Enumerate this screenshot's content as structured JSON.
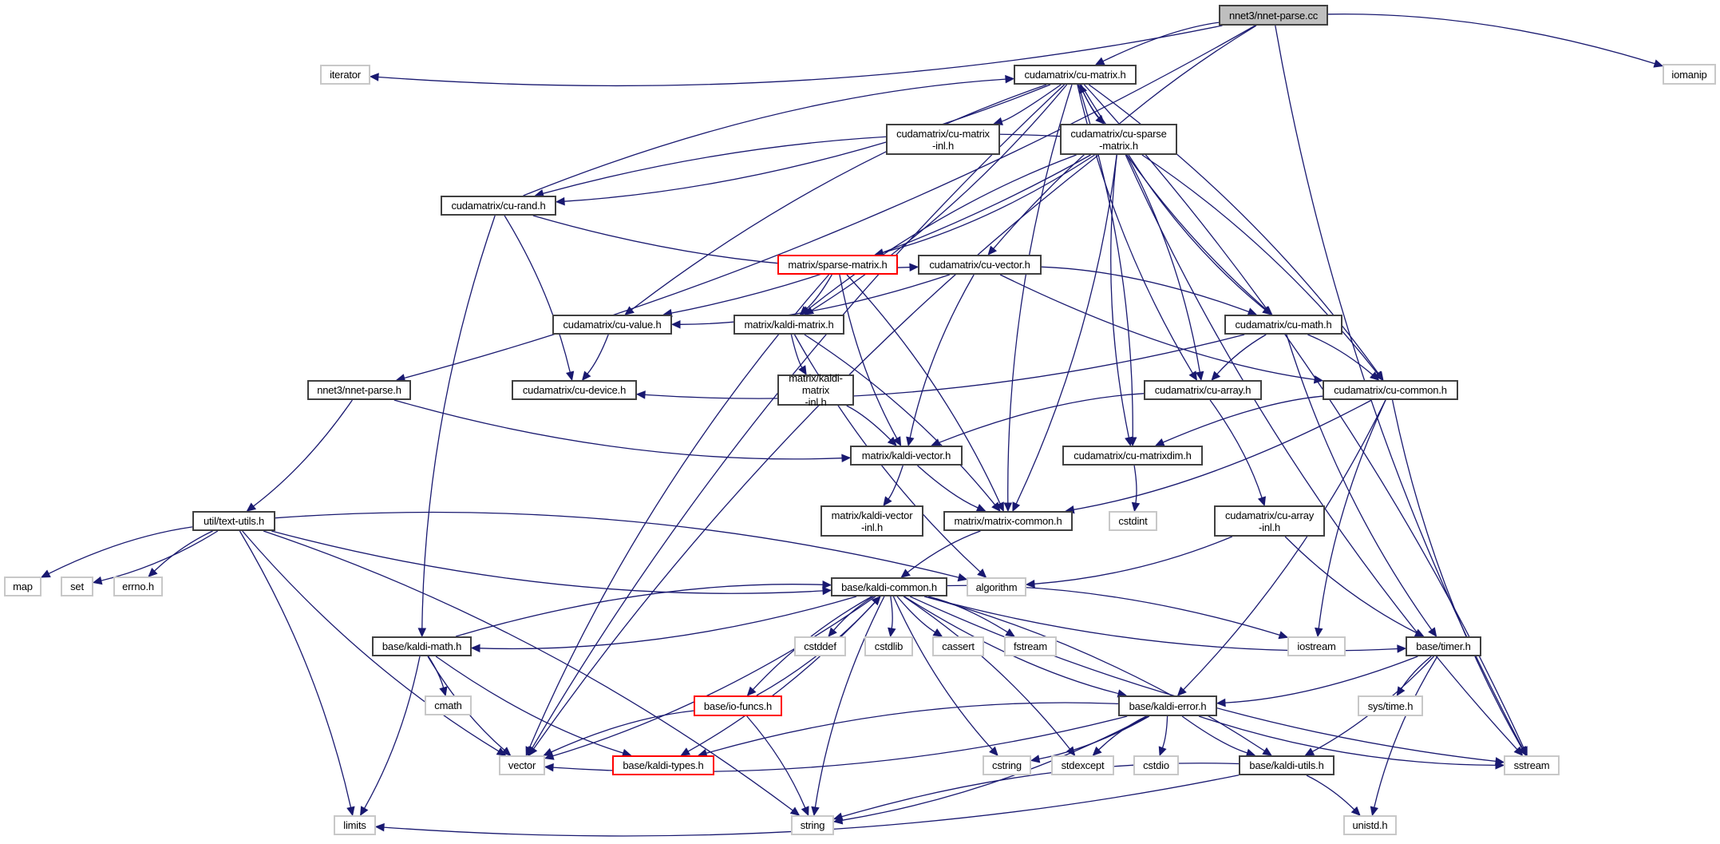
{
  "graph": {
    "title": "nnet3/nnet-parse.cc",
    "edge_color": "#191970",
    "nodes": [
      {
        "id": "nnet-parse-cc",
        "label": "nnet3/nnet-parse.cc",
        "kind": "root"
      },
      {
        "id": "iterator",
        "label": "iterator",
        "kind": "sys"
      },
      {
        "id": "cu-matrix",
        "label": "cudamatrix/cu-matrix.h",
        "kind": "doc"
      },
      {
        "id": "iomanip",
        "label": "iomanip",
        "kind": "sys"
      },
      {
        "id": "cu-matrix-inl",
        "label": "cudamatrix/cu-matrix\n-inl.h",
        "kind": "doc"
      },
      {
        "id": "cu-sparse-matrix",
        "label": "cudamatrix/cu-sparse\n-matrix.h",
        "kind": "doc"
      },
      {
        "id": "cu-rand",
        "label": "cudamatrix/cu-rand.h",
        "kind": "doc"
      },
      {
        "id": "sparse-matrix",
        "label": "matrix/sparse-matrix.h",
        "kind": "red"
      },
      {
        "id": "cu-vector",
        "label": "cudamatrix/cu-vector.h",
        "kind": "doc"
      },
      {
        "id": "cu-value",
        "label": "cudamatrix/cu-value.h",
        "kind": "doc"
      },
      {
        "id": "kaldi-matrix",
        "label": "matrix/kaldi-matrix.h",
        "kind": "doc"
      },
      {
        "id": "cu-math",
        "label": "cudamatrix/cu-math.h",
        "kind": "doc"
      },
      {
        "id": "nnet-parse-h",
        "label": "nnet3/nnet-parse.h",
        "kind": "doc"
      },
      {
        "id": "cu-device",
        "label": "cudamatrix/cu-device.h",
        "kind": "doc"
      },
      {
        "id": "kaldi-matrix-inl",
        "label": "matrix/kaldi-matrix\n-inl.h",
        "kind": "doc"
      },
      {
        "id": "cu-array",
        "label": "cudamatrix/cu-array.h",
        "kind": "doc"
      },
      {
        "id": "cu-common",
        "label": "cudamatrix/cu-common.h",
        "kind": "doc"
      },
      {
        "id": "kaldi-vector",
        "label": "matrix/kaldi-vector.h",
        "kind": "doc"
      },
      {
        "id": "cu-matrixdim",
        "label": "cudamatrix/cu-matrixdim.h",
        "kind": "doc"
      },
      {
        "id": "text-utils",
        "label": "util/text-utils.h",
        "kind": "doc"
      },
      {
        "id": "kaldi-vector-inl",
        "label": "matrix/kaldi-vector\n-inl.h",
        "kind": "doc"
      },
      {
        "id": "matrix-common",
        "label": "matrix/matrix-common.h",
        "kind": "doc"
      },
      {
        "id": "cstdint",
        "label": "cstdint",
        "kind": "sys"
      },
      {
        "id": "cu-array-inl",
        "label": "cudamatrix/cu-array\n-inl.h",
        "kind": "doc"
      },
      {
        "id": "map",
        "label": "map",
        "kind": "sys"
      },
      {
        "id": "set",
        "label": "set",
        "kind": "sys"
      },
      {
        "id": "errno",
        "label": "errno.h",
        "kind": "sys"
      },
      {
        "id": "kaldi-common",
        "label": "base/kaldi-common.h",
        "kind": "doc"
      },
      {
        "id": "algorithm",
        "label": "algorithm",
        "kind": "sys"
      },
      {
        "id": "kaldi-math",
        "label": "base/kaldi-math.h",
        "kind": "doc"
      },
      {
        "id": "cstddef",
        "label": "cstddef",
        "kind": "sys"
      },
      {
        "id": "cstdlib",
        "label": "cstdlib",
        "kind": "sys"
      },
      {
        "id": "cassert",
        "label": "cassert",
        "kind": "sys"
      },
      {
        "id": "fstream",
        "label": "fstream",
        "kind": "sys"
      },
      {
        "id": "iostream",
        "label": "iostream",
        "kind": "sys"
      },
      {
        "id": "timer",
        "label": "base/timer.h",
        "kind": "doc"
      },
      {
        "id": "cmath",
        "label": "cmath",
        "kind": "sys"
      },
      {
        "id": "io-funcs",
        "label": "base/io-funcs.h",
        "kind": "red"
      },
      {
        "id": "kaldi-error",
        "label": "base/kaldi-error.h",
        "kind": "doc"
      },
      {
        "id": "sys-time",
        "label": "sys/time.h",
        "kind": "sys"
      },
      {
        "id": "vector",
        "label": "vector",
        "kind": "sys"
      },
      {
        "id": "kaldi-types",
        "label": "base/kaldi-types.h",
        "kind": "red"
      },
      {
        "id": "cstring",
        "label": "cstring",
        "kind": "sys"
      },
      {
        "id": "stdexcept",
        "label": "stdexcept",
        "kind": "sys"
      },
      {
        "id": "cstdio",
        "label": "cstdio",
        "kind": "sys"
      },
      {
        "id": "kaldi-utils",
        "label": "base/kaldi-utils.h",
        "kind": "doc"
      },
      {
        "id": "sstream",
        "label": "sstream",
        "kind": "sys"
      },
      {
        "id": "limits",
        "label": "limits",
        "kind": "sys"
      },
      {
        "id": "string",
        "label": "string",
        "kind": "sys"
      },
      {
        "id": "unistd",
        "label": "unistd.h",
        "kind": "sys"
      }
    ],
    "edges": [
      [
        "nnet-parse-cc",
        "iterator"
      ],
      [
        "nnet-parse-cc",
        "cu-matrix"
      ],
      [
        "nnet-parse-cc",
        "iomanip"
      ],
      [
        "nnet-parse-cc",
        "sstream"
      ],
      [
        "nnet-parse-cc",
        "nnet-parse-h"
      ],
      [
        "nnet-parse-cc",
        "cu-vector"
      ],
      [
        "cu-matrix",
        "cu-matrix-inl"
      ],
      [
        "cu-matrix",
        "cu-sparse-matrix"
      ],
      [
        "cu-matrix",
        "cu-rand"
      ],
      [
        "cu-matrix",
        "cu-value"
      ],
      [
        "cu-matrix",
        "kaldi-matrix"
      ],
      [
        "cu-matrix",
        "cu-math"
      ],
      [
        "cu-matrix",
        "cu-common"
      ],
      [
        "cu-matrix",
        "cu-array"
      ],
      [
        "cu-matrix",
        "cu-matrixdim"
      ],
      [
        "cu-matrix",
        "matrix-common"
      ],
      [
        "cu-matrix",
        "sstream"
      ],
      [
        "cu-matrix",
        "vector"
      ],
      [
        "cu-sparse-matrix",
        "cu-matrix"
      ],
      [
        "cu-sparse-matrix",
        "cu-rand"
      ],
      [
        "cu-sparse-matrix",
        "sparse-matrix"
      ],
      [
        "cu-sparse-matrix",
        "kaldi-matrix"
      ],
      [
        "cu-sparse-matrix",
        "cu-value"
      ],
      [
        "cu-sparse-matrix",
        "vector"
      ],
      [
        "cu-sparse-matrix",
        "matrix-common"
      ],
      [
        "cu-sparse-matrix",
        "cu-matrixdim"
      ],
      [
        "cu-sparse-matrix",
        "cu-array"
      ],
      [
        "cu-sparse-matrix",
        "cu-math"
      ],
      [
        "cu-sparse-matrix",
        "cu-common"
      ],
      [
        "cu-sparse-matrix",
        "sstream"
      ],
      [
        "cu-rand",
        "cu-matrix"
      ],
      [
        "cu-rand",
        "cu-vector"
      ],
      [
        "cu-rand",
        "cu-device"
      ],
      [
        "cu-rand",
        "kaldi-math"
      ],
      [
        "sparse-matrix",
        "kaldi-matrix"
      ],
      [
        "sparse-matrix",
        "kaldi-vector"
      ],
      [
        "sparse-matrix",
        "matrix-common"
      ],
      [
        "sparse-matrix",
        "vector"
      ],
      [
        "cu-vector",
        "cu-value"
      ],
      [
        "cu-vector",
        "kaldi-vector"
      ],
      [
        "cu-vector",
        "cu-math"
      ],
      [
        "cu-vector",
        "cu-common"
      ],
      [
        "cu-value",
        "cu-device"
      ],
      [
        "kaldi-matrix",
        "kaldi-matrix-inl"
      ],
      [
        "kaldi-matrix",
        "matrix-common"
      ],
      [
        "kaldi-matrix",
        "algorithm"
      ],
      [
        "cu-math",
        "cu-device"
      ],
      [
        "cu-math",
        "cu-array"
      ],
      [
        "cu-math",
        "cu-common"
      ],
      [
        "cu-math",
        "timer"
      ],
      [
        "nnet-parse-h",
        "text-utils"
      ],
      [
        "nnet-parse-h",
        "kaldi-vector"
      ],
      [
        "kaldi-matrix-inl",
        "kaldi-vector"
      ],
      [
        "cu-array",
        "kaldi-vector"
      ],
      [
        "cu-array",
        "cu-array-inl"
      ],
      [
        "cu-common",
        "cu-matrixdim"
      ],
      [
        "cu-common",
        "matrix-common"
      ],
      [
        "cu-common",
        "iostream"
      ],
      [
        "cu-common",
        "kaldi-error"
      ],
      [
        "cu-common",
        "sstream"
      ],
      [
        "kaldi-vector",
        "kaldi-vector-inl"
      ],
      [
        "kaldi-vector",
        "matrix-common"
      ],
      [
        "cu-matrixdim",
        "cstdint"
      ],
      [
        "text-utils",
        "map"
      ],
      [
        "text-utils",
        "set"
      ],
      [
        "text-utils",
        "errno"
      ],
      [
        "text-utils",
        "algorithm"
      ],
      [
        "text-utils",
        "kaldi-common"
      ],
      [
        "text-utils",
        "limits"
      ],
      [
        "text-utils",
        "vector"
      ],
      [
        "text-utils",
        "string"
      ],
      [
        "matrix-common",
        "kaldi-common"
      ],
      [
        "cu-array-inl",
        "algorithm"
      ],
      [
        "cu-array-inl",
        "timer"
      ],
      [
        "kaldi-common",
        "kaldi-math"
      ],
      [
        "kaldi-common",
        "cstddef"
      ],
      [
        "kaldi-common",
        "cstdlib"
      ],
      [
        "kaldi-common",
        "cassert"
      ],
      [
        "kaldi-common",
        "fstream"
      ],
      [
        "kaldi-common",
        "io-funcs"
      ],
      [
        "kaldi-common",
        "kaldi-types"
      ],
      [
        "kaldi-common",
        "string"
      ],
      [
        "kaldi-common",
        "vector"
      ],
      [
        "kaldi-common",
        "cstring"
      ],
      [
        "kaldi-common",
        "stdexcept"
      ],
      [
        "kaldi-common",
        "kaldi-error"
      ],
      [
        "kaldi-common",
        "kaldi-utils"
      ],
      [
        "kaldi-common",
        "sstream"
      ],
      [
        "kaldi-common",
        "iostream"
      ],
      [
        "kaldi-common",
        "timer"
      ],
      [
        "kaldi-math",
        "cmath"
      ],
      [
        "kaldi-math",
        "vector"
      ],
      [
        "kaldi-math",
        "limits"
      ],
      [
        "kaldi-math",
        "kaldi-types"
      ],
      [
        "kaldi-math",
        "kaldi-common"
      ],
      [
        "io-funcs",
        "vector"
      ],
      [
        "io-funcs",
        "string"
      ],
      [
        "io-funcs",
        "kaldi-common"
      ],
      [
        "timer",
        "kaldi-error"
      ],
      [
        "timer",
        "sys-time"
      ],
      [
        "timer",
        "kaldi-utils"
      ],
      [
        "timer",
        "unistd"
      ],
      [
        "kaldi-error",
        "vector"
      ],
      [
        "kaldi-error",
        "kaldi-types"
      ],
      [
        "kaldi-error",
        "cstring"
      ],
      [
        "kaldi-error",
        "stdexcept"
      ],
      [
        "kaldi-error",
        "cstdio"
      ],
      [
        "kaldi-error",
        "kaldi-utils"
      ],
      [
        "kaldi-error",
        "string"
      ],
      [
        "kaldi-error",
        "sstream"
      ],
      [
        "kaldi-utils",
        "limits"
      ],
      [
        "kaldi-utils",
        "string"
      ],
      [
        "kaldi-utils",
        "unistd"
      ]
    ]
  }
}
